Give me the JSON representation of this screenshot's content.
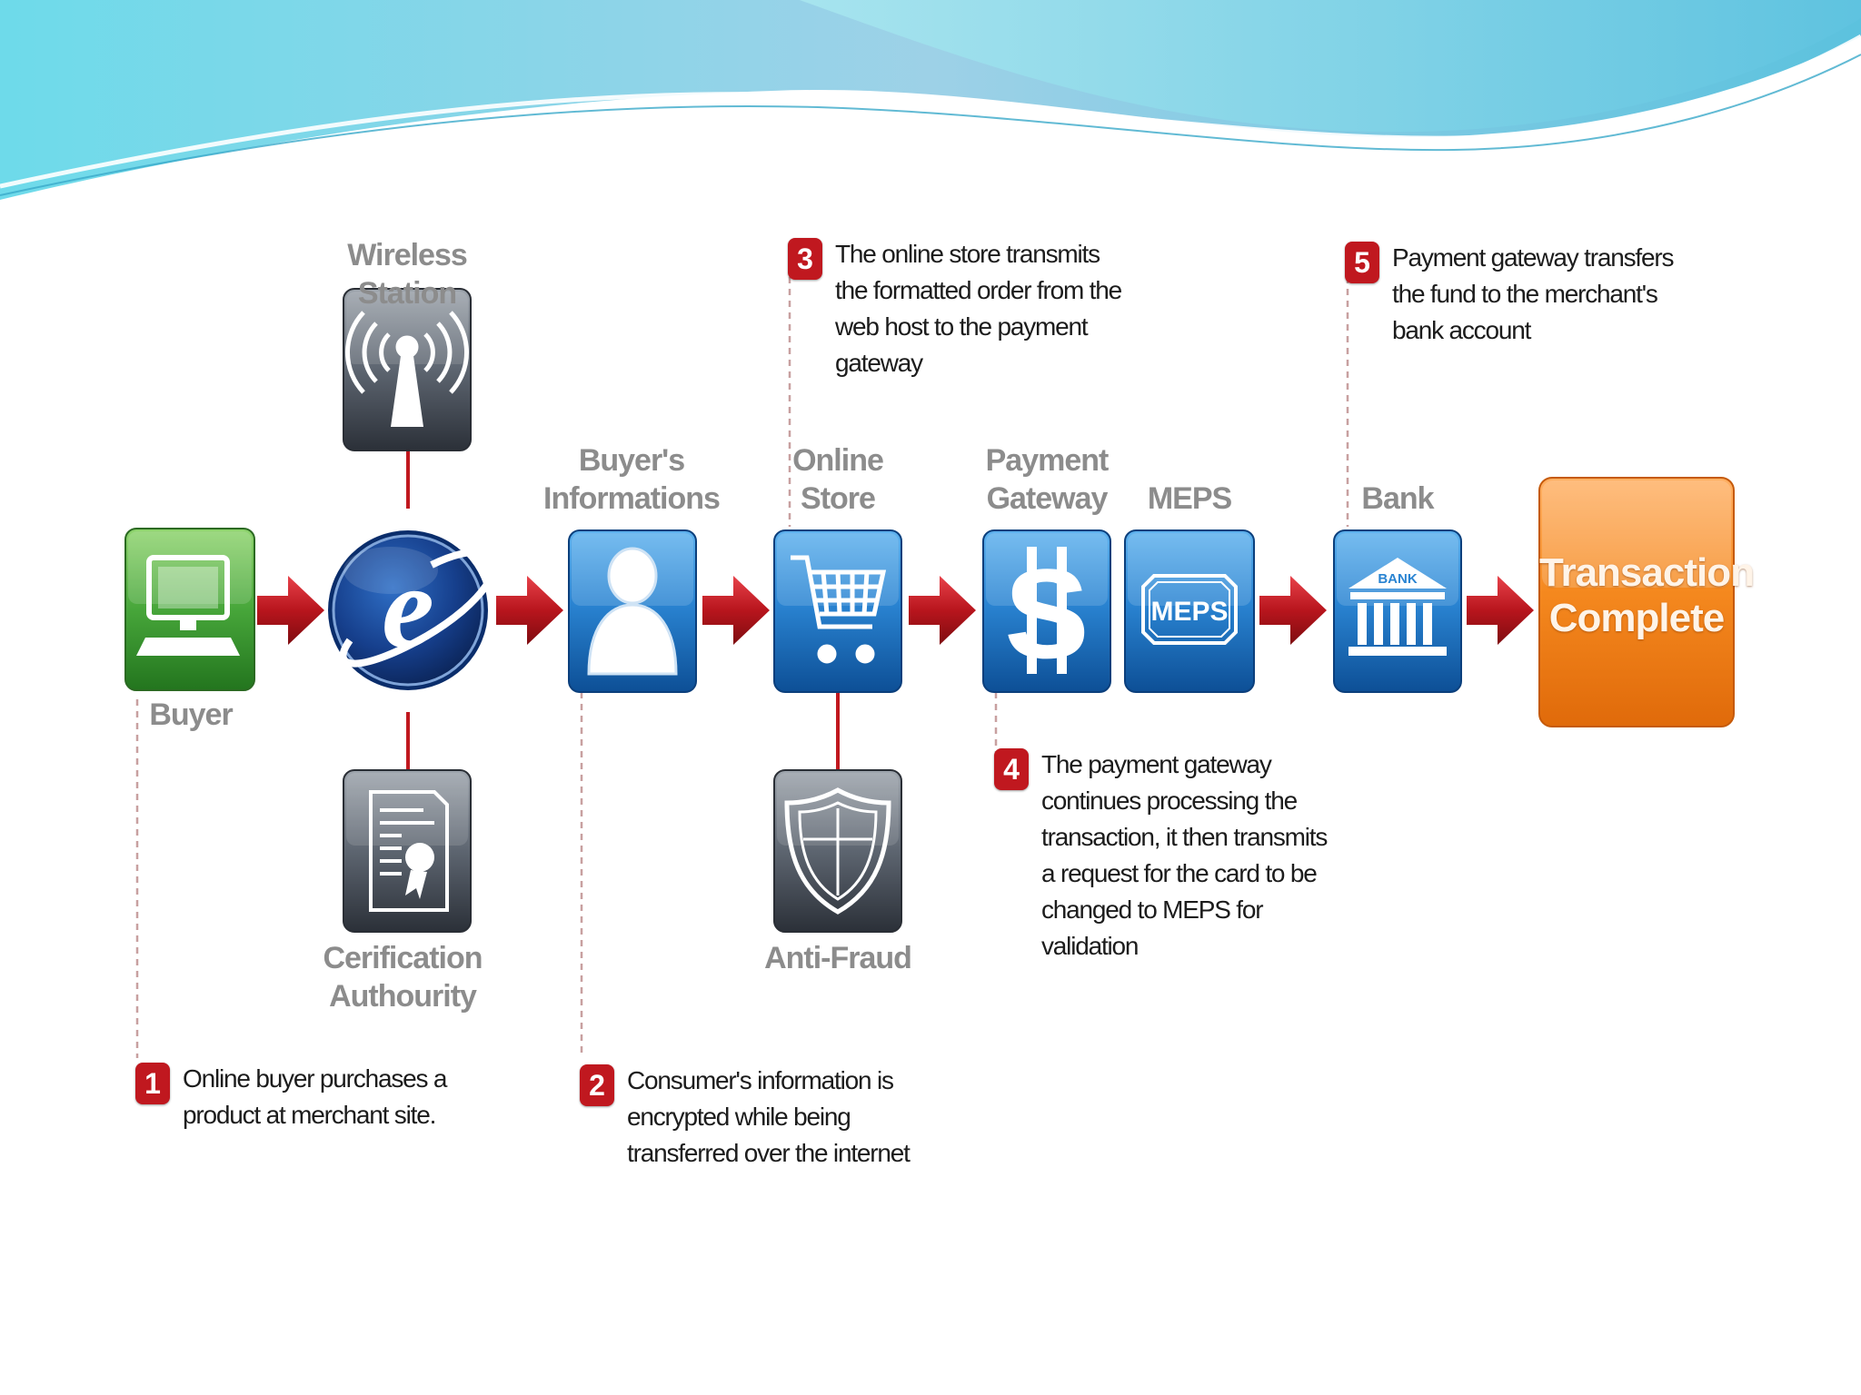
{
  "colors": {
    "accent_red": "#c0181f",
    "blue_tile": "#1a6fbf",
    "green_tile": "#43a33a",
    "gray_tile": "#555d68",
    "orange_final": "#f07d1a",
    "label_gray": "#8c8c8c",
    "wave_cyan": "#5ccfe0"
  },
  "nodes": {
    "wireless_station": {
      "label": "Wireless Station",
      "icon": "wireless-tower-icon"
    },
    "buyer": {
      "label": "Buyer",
      "icon": "computer-icon"
    },
    "browser": {
      "icon": "browser-e-icon"
    },
    "certification": {
      "label": "Cerification\nAuthourity",
      "icon": "certificate-icon"
    },
    "buyers_info": {
      "label": "Buyer's\nInformations",
      "icon": "person-icon"
    },
    "online_store": {
      "label": "Online\nStore",
      "icon": "shopping-cart-icon"
    },
    "anti_fraud": {
      "label": "Anti-Fraud",
      "icon": "shield-icon"
    },
    "payment_gateway": {
      "label": "Payment\nGateway",
      "icon": "dollar-icon"
    },
    "meps": {
      "label": "MEPS",
      "icon_text": "MEPS",
      "icon": "meps-icon"
    },
    "bank": {
      "label": "Bank",
      "icon_text": "BANK",
      "icon": "bank-icon"
    },
    "final": {
      "label": "Transaction\nComplete"
    }
  },
  "steps": [
    {
      "number": "1",
      "text": "Online buyer purchases a\nproduct at merchant site."
    },
    {
      "number": "2",
      "text": "Consumer's information is\nencrypted while being\ntransferred over the internet"
    },
    {
      "number": "3",
      "text": "The online store transmits\nthe formatted order from the\nweb host to the payment\ngateway"
    },
    {
      "number": "4",
      "text": "The payment gateway\ncontinues processing the\ntransaction, it then transmits\na request for the card to be\nchanged to MEPS for\nvalidation"
    },
    {
      "number": "5",
      "text": "Payment gateway transfers\nthe fund to the merchant's\nbank account"
    }
  ]
}
